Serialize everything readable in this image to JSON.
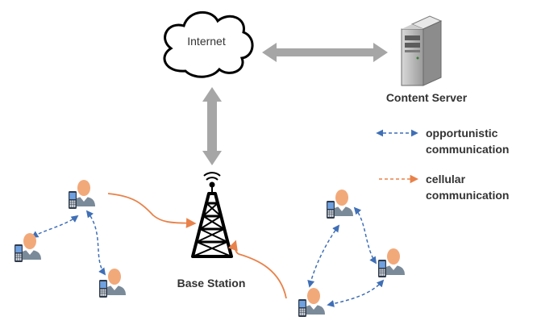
{
  "labels": {
    "internet": "Internet",
    "content_server": "Content Server",
    "base_station": "Base Station"
  },
  "legend": [
    {
      "name": "opportunistic-legend",
      "lines": [
        "opportunistic",
        "communication"
      ],
      "color": "#3f6fb6",
      "style": "dashed-double-arrow"
    },
    {
      "name": "cellular-legend",
      "lines": [
        "cellular",
        "communication"
      ],
      "color": "#e8824a",
      "style": "dashed-arrow"
    }
  ],
  "colors": {
    "arrow_gray": "#a6a6a6",
    "opportunistic_blue": "#3f6fb6",
    "cellular_orange": "#e8824a",
    "person_orange": "#f2a97a",
    "person_gray": "#7a8a99",
    "phone_blue": "#4a78c0"
  },
  "icons": [
    "cloud-icon",
    "server-icon",
    "cell-tower-icon",
    "person-icon",
    "mobile-phone-icon"
  ]
}
